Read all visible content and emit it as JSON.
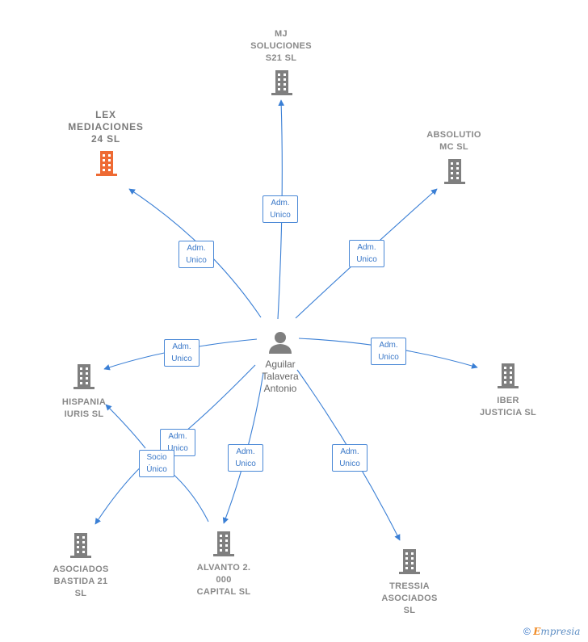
{
  "colors": {
    "edge": "#3a7fd5",
    "building": "#7f7f7f",
    "building_highlight": "#ee6a33",
    "person": "#7f7f7f"
  },
  "person": {
    "name": "Aguilar\nTalavera\nAntonio",
    "icon": "person-icon"
  },
  "companies": [
    {
      "id": "mj",
      "name": "MJ\nSOLUCIONES\nS21  SL",
      "highlight": false
    },
    {
      "id": "lex",
      "name": "LEX\nMEDIACIONES\n24  SL",
      "highlight": true
    },
    {
      "id": "absolutio",
      "name": "ABSOLUTIO\nMC  SL",
      "highlight": false
    },
    {
      "id": "hispania",
      "name": "HISPANIA\nIURIS  SL",
      "highlight": false
    },
    {
      "id": "iber",
      "name": "IBER\nJUSTICIA  SL",
      "highlight": false
    },
    {
      "id": "asociados",
      "name": "ASOCIADOS\nBASTIDA 21\nSL",
      "highlight": false
    },
    {
      "id": "alvanto",
      "name": "ALVANTO 2.\n000\nCAPITAL  SL",
      "highlight": false
    },
    {
      "id": "tressia",
      "name": "TRESSIA\nASOCIADOS\nSL",
      "highlight": false
    }
  ],
  "edges": [
    {
      "id": "e-mj",
      "label": "Adm.\nUnico"
    },
    {
      "id": "e-lex",
      "label": "Adm.\nUnico"
    },
    {
      "id": "e-absolutio",
      "label": "Adm.\nUnico"
    },
    {
      "id": "e-hispania",
      "label": "Adm.\nUnico"
    },
    {
      "id": "e-iber",
      "label": "Adm.\nUnico"
    },
    {
      "id": "e-asociados-adm",
      "label": "Adm.\nUnico"
    },
    {
      "id": "e-alvanto",
      "label": "Adm.\nUnico"
    },
    {
      "id": "e-tressia",
      "label": "Adm.\nUnico"
    },
    {
      "id": "e-socio",
      "label": "Socio\nÚnico"
    }
  ],
  "footer": {
    "copyright": "©",
    "brand_initial": "E",
    "brand_rest": "mpresia"
  }
}
